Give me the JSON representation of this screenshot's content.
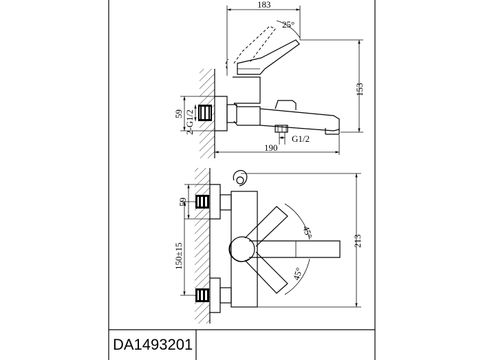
{
  "side_view": {
    "dim_width_top": "183",
    "dim_angle_top": "25°",
    "dim_height": "153",
    "dim_depth_bottom": "190",
    "dim_inlet": "59",
    "dim_thread_inlet": "2-G1/2",
    "dim_thread_outlet": "G1/2"
  },
  "front_view": {
    "dim_inlet": "59",
    "dim_centres": "150±15",
    "dim_height": "213",
    "dim_angle_upper": "45°",
    "dim_angle_lower": "45°"
  },
  "title_block": {
    "model_code": "DA1493201"
  }
}
